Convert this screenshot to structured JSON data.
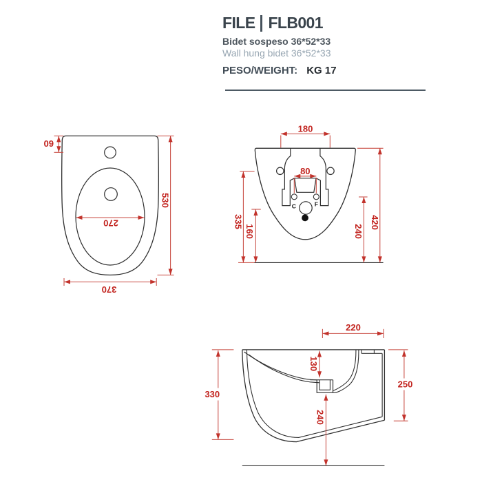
{
  "header": {
    "title_left": "FILE",
    "title_right": "FLB001",
    "subtitle_it": "Bidet sospeso 36*52*33",
    "subtitle_en": "Wall hung bidet 36*52*33",
    "weight_label": "PESO/WEIGHT:",
    "weight_value": "KG 17"
  },
  "colors": {
    "dim_red": "#c2231e",
    "line_black": "#2e2e2e",
    "title_dark": "#3a444c",
    "subtitle_gray": "#97a6b2"
  },
  "drawings": {
    "top_view": {
      "dims": {
        "tap_offset": "60",
        "overall_height": "530",
        "basin_width": "270",
        "overall_width": "370"
      }
    },
    "back_view": {
      "dims": {
        "holes_span": "180",
        "tap_holes_span": "80",
        "holes_height": "335",
        "drain_height": "160",
        "tap_height": "240",
        "overall_height": "420"
      },
      "labels": {
        "cold": "C",
        "hot": "F"
      }
    },
    "side_view": {
      "dims": {
        "top_depth": "220",
        "rim_to_drain": "130",
        "drain_to_floor": "240",
        "front_height": "330",
        "back_height": "250"
      }
    }
  }
}
